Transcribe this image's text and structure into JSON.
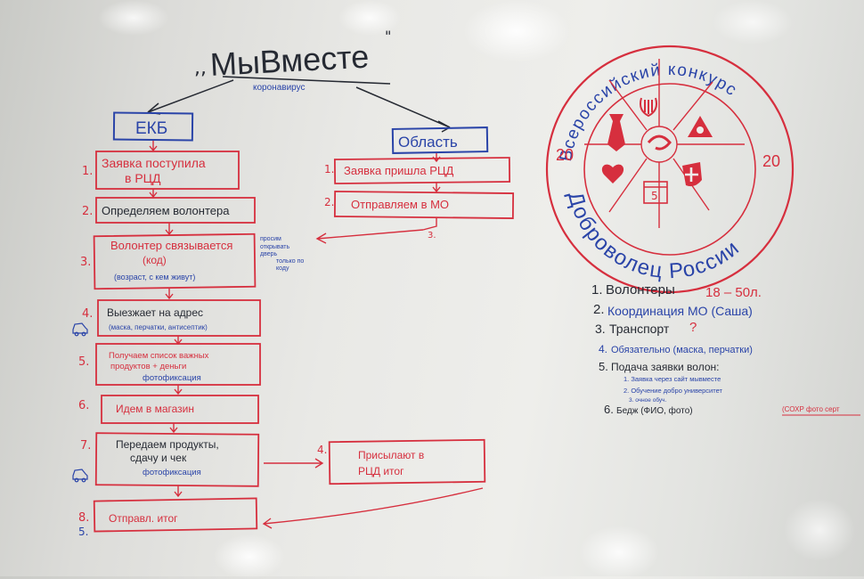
{
  "colors": {
    "red": "#d62f3e",
    "blue": "#2a44a8",
    "dark": "#262a33"
  },
  "title": {
    "quote_open": ",,",
    "main": "МыВместе",
    "quote_close": "\"",
    "subtitle": "коронавирус"
  },
  "ekb": {
    "header": "ЕКБ",
    "steps": [
      {
        "num": "1.",
        "lines": [
          "Заявка поступила",
          "в РЦД"
        ]
      },
      {
        "num": "2.",
        "lines": [
          "Определяем волонтера"
        ]
      },
      {
        "num": "3.",
        "lines": [
          "Волонтер связывается",
          "(код)",
          "(возраст, с кем живут)"
        ]
      },
      {
        "num": "4.",
        "lines": [
          "Выезжает на адрес",
          "(маска, перчатки, антисептик)"
        ]
      },
      {
        "num": "5.",
        "lines": [
          "Получаем список важных",
          "продуктов + деньги",
          "фотофиксация"
        ]
      },
      {
        "num": "6.",
        "lines": [
          "Идем в магазин"
        ]
      },
      {
        "num": "7.",
        "lines": [
          "Передаем продукты,",
          "сдачу и чек",
          "фотофиксация"
        ]
      },
      {
        "num": "8.",
        "num2": "5.",
        "lines": [
          "Отправл. итог"
        ]
      }
    ],
    "side_note": [
      "просим",
      "открывать",
      "дверь",
      "только по",
      "коду"
    ]
  },
  "oblast": {
    "header": "Область",
    "steps": [
      {
        "num": "1.",
        "lines": [
          "Заявка пришла РЦД"
        ]
      },
      {
        "num": "2.",
        "lines": [
          "Отправляем в МО"
        ]
      },
      {
        "num": "3.",
        "lines": []
      },
      {
        "num": "4.",
        "lines": [
          "Присылают в",
          "РЦД итог"
        ]
      }
    ]
  },
  "seal": {
    "arc_top": "Всероссийский конкурс",
    "arc_bottom": "Доброволец России",
    "year_left": "20",
    "year_right": "20",
    "calendar_day": "5"
  },
  "requirements": [
    {
      "num": "1.",
      "text": "Волонтеры",
      "extra": "18 – 50л."
    },
    {
      "num": "2.",
      "text": "Координация МО (Саша)",
      "extra": ""
    },
    {
      "num": "3.",
      "text": "Транспорт",
      "extra": "?"
    },
    {
      "num": "4.",
      "text": "Обязательно (маска, перчатки)",
      "extra": ""
    },
    {
      "num": "5.",
      "text": "Подача заявки волон:",
      "extra": ""
    },
    {
      "num": "6.",
      "text": "Бедж (ФИО, фото)",
      "extra": "(СОХР фото серт"
    }
  ],
  "sub_items": [
    "1. Заявка через сайт мывместе",
    "2. Обучение добро университет",
    "3. очное обуч."
  ]
}
